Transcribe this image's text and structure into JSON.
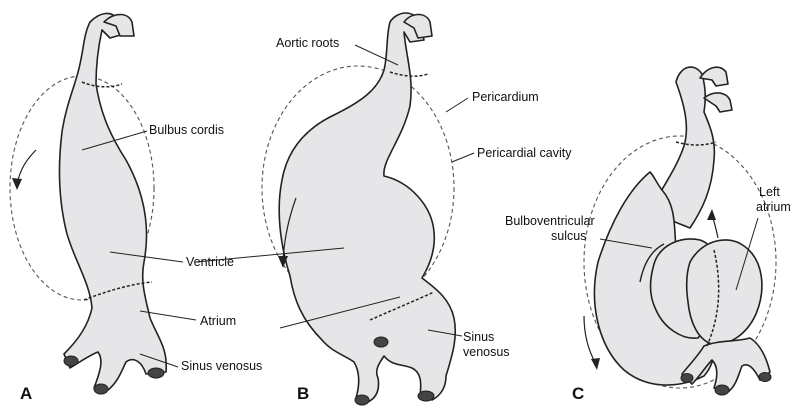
{
  "panels": [
    {
      "letter": "A",
      "labels": {
        "bulbus_cordis": "Bulbus cordis",
        "ventricle": "Ventricle",
        "atrium": "Atrium",
        "sinus_venosus": "Sinus venosus"
      }
    },
    {
      "letter": "B",
      "labels": {
        "aortic_roots": "Aortic roots",
        "pericardium": "Pericardium",
        "pericardial_cavity": "Pericardial cavity",
        "sinus_venosus_1": "Sinus",
        "sinus_venosus_2": "venosus"
      }
    },
    {
      "letter": "C",
      "labels": {
        "bulboventricular_1": "Bulboventricular",
        "bulboventricular_2": "sulcus",
        "left_atrium_1": "Left",
        "left_atrium_2": "atrium"
      }
    }
  ]
}
